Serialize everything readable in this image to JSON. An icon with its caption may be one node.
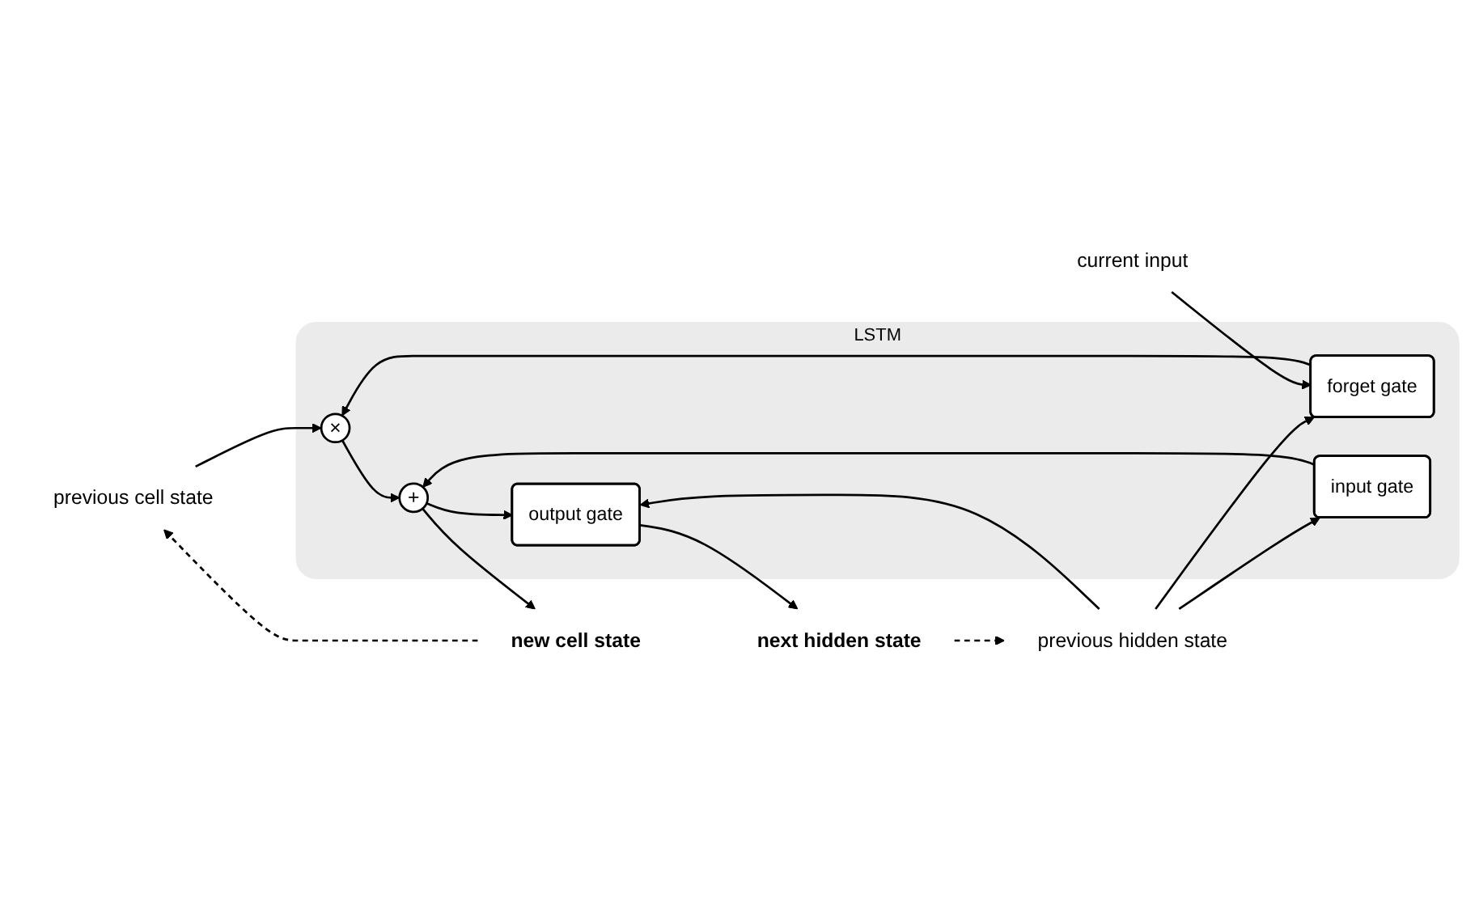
{
  "diagram": {
    "nodes": [
      {
        "text": [
          "previous cell state"
        ]
      },
      {
        "text": [
          "LSTM"
        ]
      },
      {
        "text": [
          "×"
        ],
        "in": 1
      },
      {
        "text": [
          "+"
        ],
        "in": 1
      },
      {
        "text": [
          "forget gate"
        ],
        "in": 1
      },
      {
        "text": [
          "input gate"
        ],
        "in": 1
      },
      {
        "text": [
          "output gate"
        ],
        "in": 1
      },
      {
        "text": [
          "new cell state"
        ]
      },
      {
        "text": [
          "next hidden state"
        ]
      },
      {
        "text": [
          "previous hidden state"
        ]
      },
      {
        "text": [
          "current input"
        ]
      }
    ],
    "edges": [
      {
        "from": 0,
        "to": 2,
        "arrow": "to"
      },
      {
        "from": 2,
        "to": 3,
        "arrow": "to"
      },
      {
        "from": 3,
        "to": 7,
        "arrow": "to"
      },
      {
        "from": 3,
        "to": 6,
        "arrow": "to"
      },
      {
        "from": 4,
        "to": 2,
        "arrow": "to"
      },
      {
        "from": 5,
        "to": 3,
        "arrow": "to"
      },
      {
        "from": 6,
        "to": 8,
        "arrow": "to"
      },
      {
        "from": 9,
        "to": 4,
        "arrow": "to"
      },
      {
        "from": 9,
        "to": 5,
        "arrow": "to"
      },
      {
        "from": 9,
        "to": 6,
        "arrow": "to"
      },
      {
        "from": 10,
        "to": 4,
        "arrow": "to"
      },
      {
        "from": 7,
        "to": 0,
        "arrow": "to",
        "style": "dashed"
      },
      {
        "from": 8,
        "to": 9,
        "arrow": "to",
        "style": "dashed"
      }
    ]
  }
}
